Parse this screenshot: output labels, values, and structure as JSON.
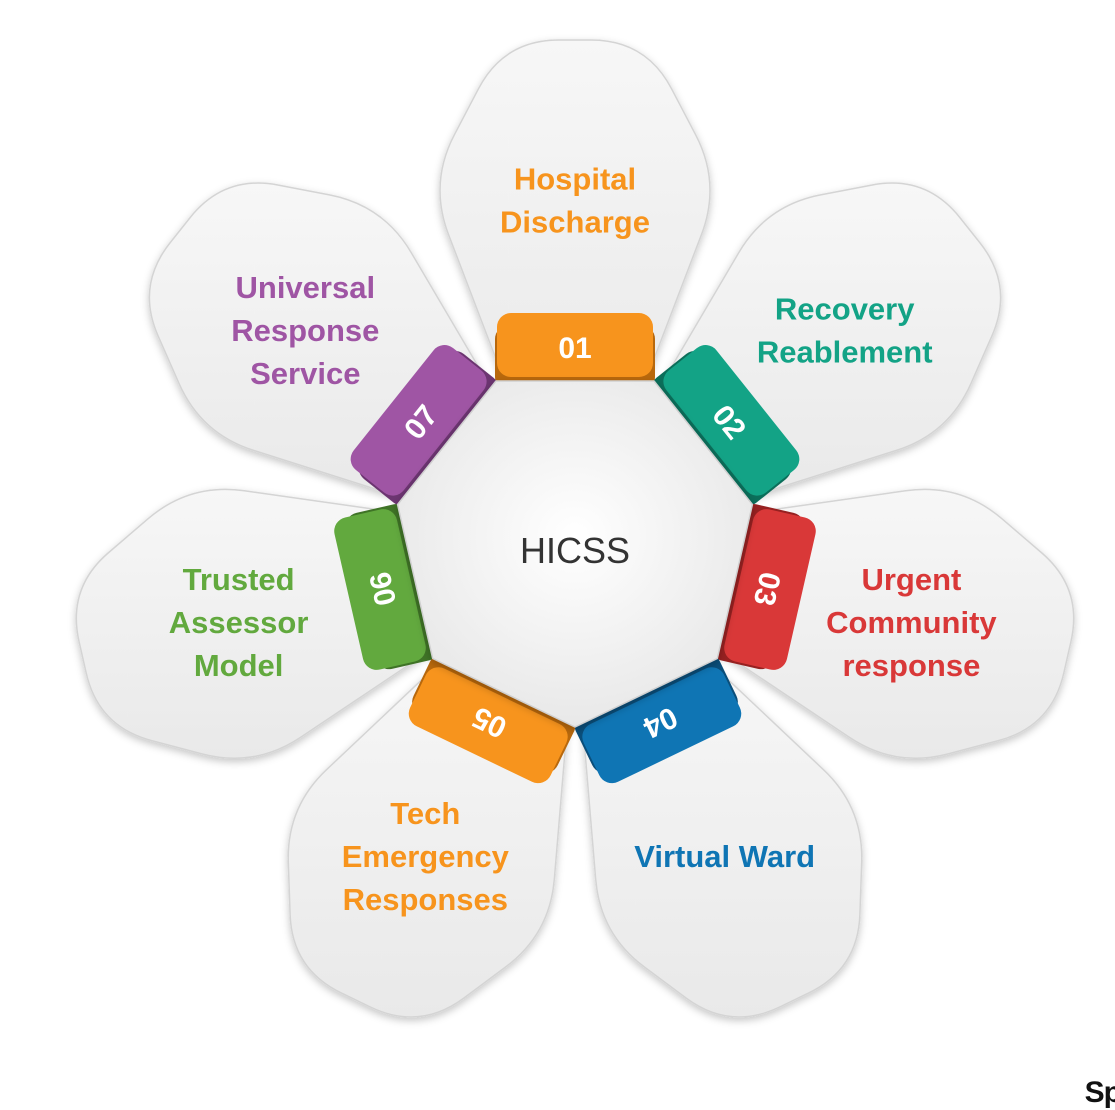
{
  "diagram": {
    "center_label": "HICSS",
    "colors": {
      "petal_fill": "#efefef",
      "petal_stroke": "#d4d4d4",
      "hub_fill": "#f4f4f4"
    },
    "segments": [
      {
        "number": "01",
        "label": [
          "Hospital",
          "Discharge"
        ],
        "color": "#f7941d",
        "dark": "#b8680c"
      },
      {
        "number": "02",
        "label": [
          "Recovery",
          "Reablement"
        ],
        "color": "#13a386",
        "dark": "#0b6e5a"
      },
      {
        "number": "03",
        "label": [
          "Urgent",
          "Community",
          "response"
        ],
        "color": "#d93838",
        "dark": "#962121"
      },
      {
        "number": "04",
        "label": [
          "Virtual Ward"
        ],
        "color": "#0f75b4",
        "dark": "#0a4e7a"
      },
      {
        "number": "05",
        "label": [
          "Tech",
          "Emergency",
          "Responses"
        ],
        "color": "#f7941d",
        "dark": "#b8680c"
      },
      {
        "number": "06",
        "label": [
          "Trusted",
          "Assessor",
          "Model"
        ],
        "color": "#62a93e",
        "dark": "#3f7326"
      },
      {
        "number": "07",
        "label": [
          "Universal",
          "Response",
          "Service"
        ],
        "color": "#9f55a4",
        "dark": "#6c3571"
      }
    ]
  },
  "corner_text": "Sp"
}
